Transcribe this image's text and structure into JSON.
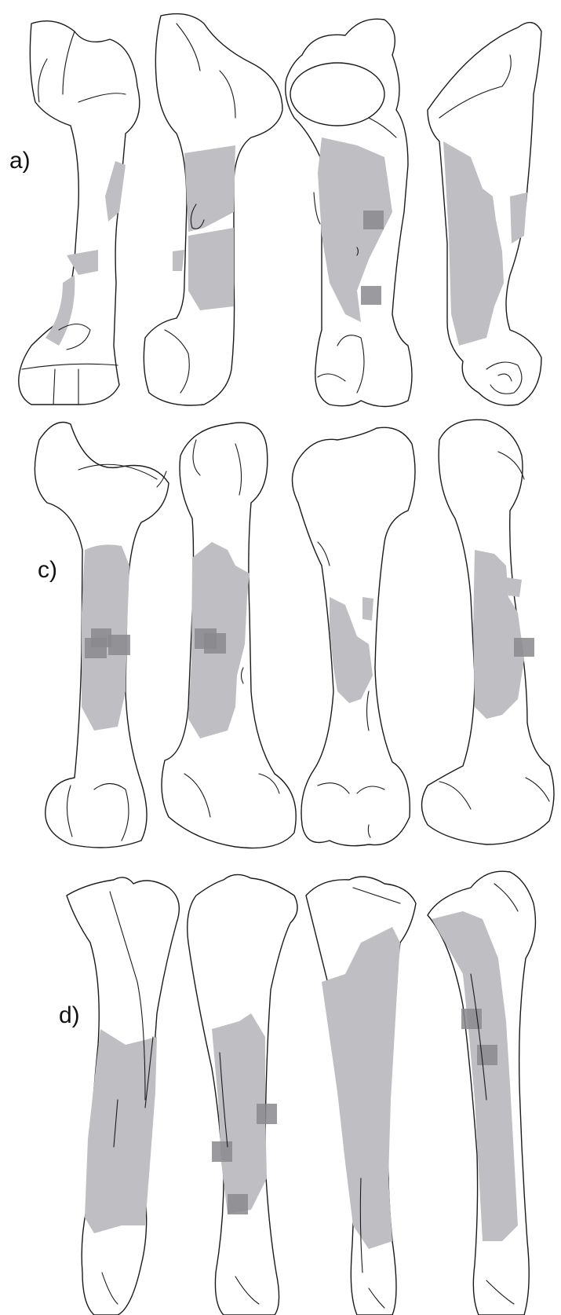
{
  "panels": {
    "a": {
      "label": "a)"
    },
    "c": {
      "label": "c)"
    },
    "d": {
      "label": "d)"
    }
  },
  "colors": {
    "outline": "#1a1a1a",
    "shaded_region": "#bfbfc3",
    "sample_square": "#8a8a8e",
    "background": "#ffffff"
  }
}
